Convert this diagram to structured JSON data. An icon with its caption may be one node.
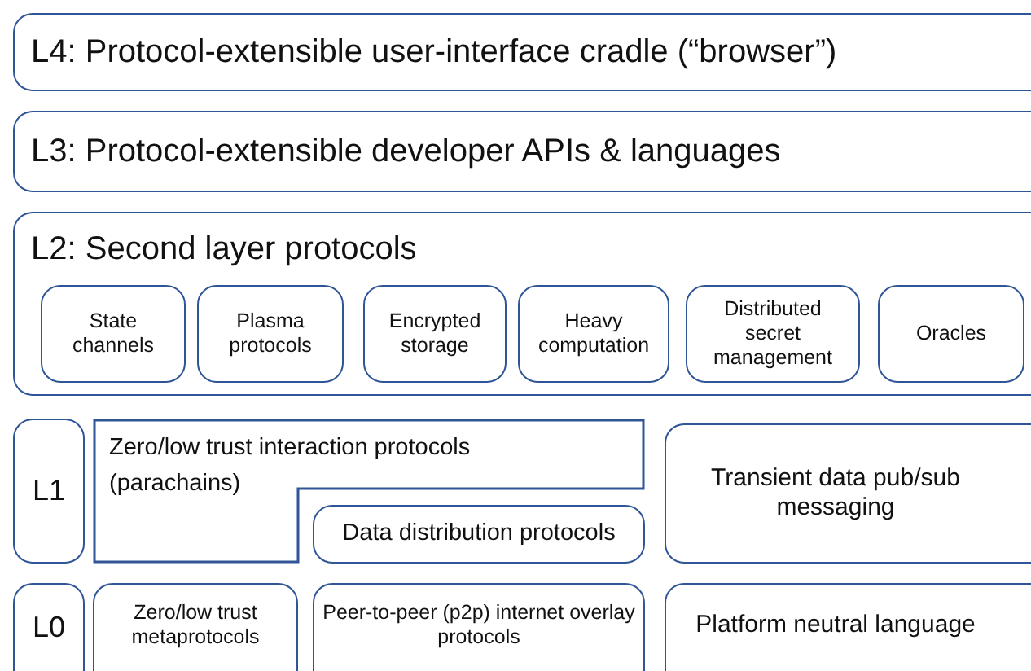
{
  "diagram": {
    "nodes": [
      {
        "text": [
          "L4: Protocol-extensible user-interface cradle (“browser”)"
        ]
      },
      {
        "text": [
          "L3: Protocol-extensible developer APIs & languages"
        ]
      },
      {
        "text": [
          "L2: Second layer protocols"
        ]
      },
      {
        "text": [
          "State channels"
        ],
        "in": 2
      },
      {
        "text": [
          "Plasma protocols"
        ],
        "in": 2
      },
      {
        "text": [
          "Encrypted storage"
        ],
        "in": 2
      },
      {
        "text": [
          "Heavy computation"
        ],
        "in": 2
      },
      {
        "text": [
          "Distributed secret management"
        ],
        "in": 2
      },
      {
        "text": [
          "Oracles"
        ],
        "in": 2
      },
      {
        "text": [
          "L1"
        ]
      },
      {
        "text": [
          "Zero/low trust interaction protocols (parachains)"
        ]
      },
      {
        "text": [
          "Data distribution protocols"
        ]
      },
      {
        "text": [
          "Transient data pub/sub messaging"
        ]
      },
      {
        "text": [
          "L0"
        ]
      },
      {
        "text": [
          "Zero/low trust metaprotocols"
        ]
      },
      {
        "text": [
          "Peer-to-peer (p2p) internet overlay protocols"
        ]
      },
      {
        "text": [
          "Platform neutral language"
        ]
      }
    ]
  }
}
